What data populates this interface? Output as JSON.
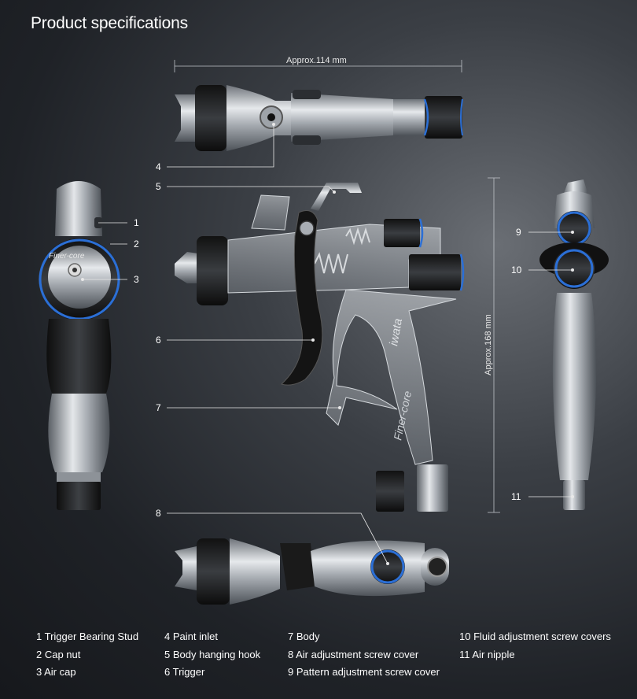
{
  "title": "Product specifications",
  "dimensions": {
    "width": "Approx.114 mm",
    "height": "Approx.168 mm"
  },
  "callouts": [
    "1",
    "2",
    "3",
    "4",
    "5",
    "6",
    "7",
    "8",
    "9",
    "10",
    "11"
  ],
  "brand_text": "Finer-core",
  "legend": {
    "col1": [
      "1 Trigger Bearing Stud",
      "2 Cap nut",
      "3 Air cap"
    ],
    "col2": [
      "4 Paint inlet",
      "5 Body hanging hook",
      "6 Trigger"
    ],
    "col3": [
      "7 Body",
      "8 Air adjustment screw cover",
      "9 Pattern adjustment screw cover"
    ],
    "col4": [
      "10 Fluid adjustment screw covers",
      "11 Air nipple"
    ]
  },
  "colors": {
    "accent_blue": "#2b6fd6",
    "metal": "#b9bec4"
  }
}
